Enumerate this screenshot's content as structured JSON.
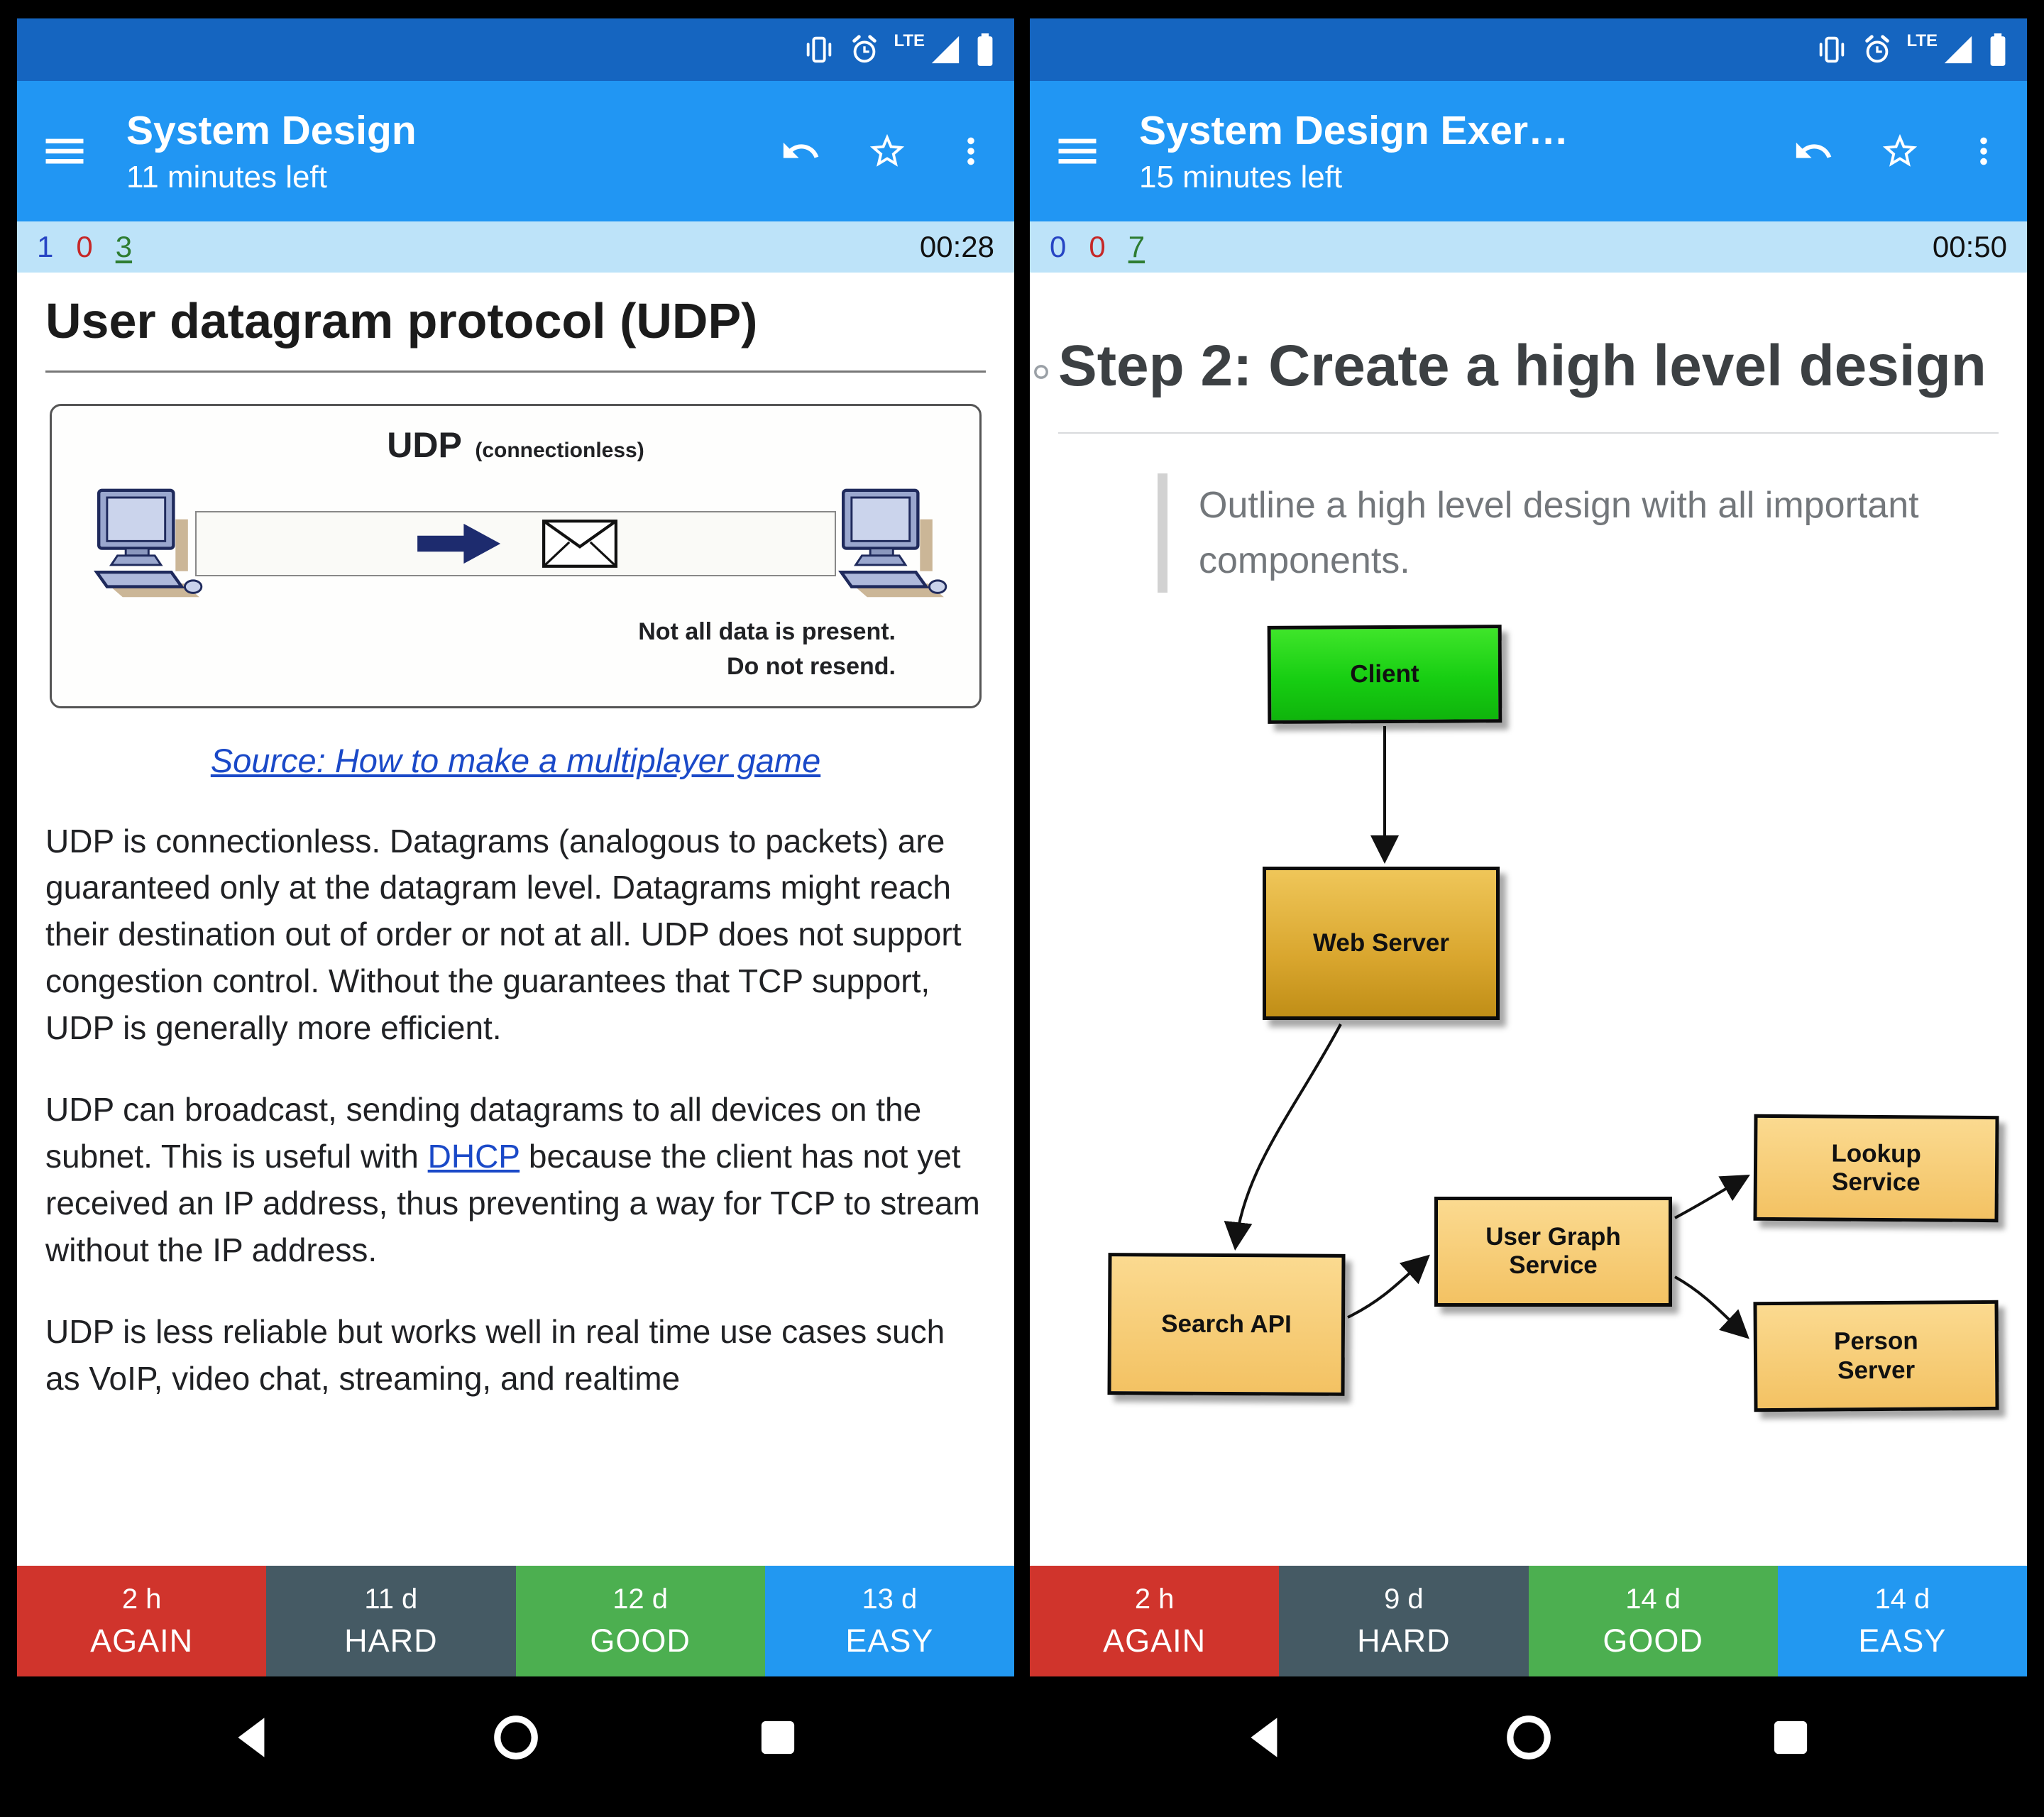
{
  "colors": {
    "status_bar": "#1565C0",
    "app_bar": "#2196F3",
    "counter_bar": "#BDE3F9",
    "new_count": "#2745C4",
    "learning_count": "#C62828",
    "review_count": "#2E7D32",
    "again_button": "#D0342C",
    "hard_button": "#455A64",
    "good_button": "#4CAF50",
    "easy_button": "#2298F1",
    "link": "#1A49C8",
    "client_node": "#17CE12",
    "web_server_node": "#D9A62E",
    "service_node": "#F3C263"
  },
  "left": {
    "status": {
      "network_label": "LTE"
    },
    "appbar": {
      "title": "System Design",
      "subtitle": "11 minutes left"
    },
    "counter": {
      "new": "1",
      "learning": "0",
      "review": "3",
      "timer": "00:28"
    },
    "card": {
      "title": "User datagram protocol (UDP)",
      "figure": {
        "title": "UDP",
        "subtitle": "(connectionless)",
        "caption_line1": "Not all data is present.",
        "caption_line2": "Do not resend."
      },
      "source_link": "Source: How to make a multiplayer game",
      "p1": "UDP is connectionless. Datagrams (analogous to packets) are guaranteed only at the datagram level. Datagrams might reach their destination out of order or not at all. UDP does not support congestion control. Without the guarantees that TCP support, UDP is generally more efficient.",
      "p2_before": "UDP can broadcast, sending datagrams to all devices on the subnet. This is useful with ",
      "p2_link": "DHCP",
      "p2_after": " because the client has not yet received an IP address, thus preventing a way for TCP to stream without the IP address.",
      "p3": "UDP is less reliable but works well in real time use cases such as VoIP, video chat, streaming, and realtime"
    },
    "answers": [
      {
        "time": "2 h",
        "label": "AGAIN"
      },
      {
        "time": "11 d",
        "label": "HARD"
      },
      {
        "time": "12 d",
        "label": "GOOD"
      },
      {
        "time": "13 d",
        "label": "EASY"
      }
    ]
  },
  "right": {
    "status": {
      "network_label": "LTE"
    },
    "appbar": {
      "title": "System Design Exer…",
      "subtitle": "15 minutes left"
    },
    "counter": {
      "new": "0",
      "learning": "0",
      "review": "7",
      "timer": "00:50"
    },
    "card": {
      "title": "Step 2: Create a high level design",
      "quote": "Outline a high level design with all important components.",
      "diagram_nodes": {
        "client": "Client",
        "web_server": "Web Server",
        "search_api": "Search API",
        "user_graph_service": "User Graph Service",
        "lookup_service": "Lookup Service",
        "person_server": "Person Server"
      }
    },
    "answers": [
      {
        "time": "2 h",
        "label": "AGAIN"
      },
      {
        "time": "9 d",
        "label": "HARD"
      },
      {
        "time": "14 d",
        "label": "GOOD"
      },
      {
        "time": "14 d",
        "label": "EASY"
      }
    ]
  }
}
